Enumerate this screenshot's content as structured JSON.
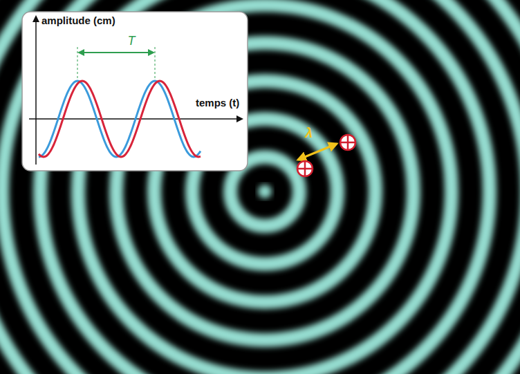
{
  "diagram": {
    "nodes": [
      {
        "text": [
          "amplitude (cm)",
          "T",
          "temps (t)"
        ]
      }
    ],
    "labels": [
      "λ"
    ]
  }
}
